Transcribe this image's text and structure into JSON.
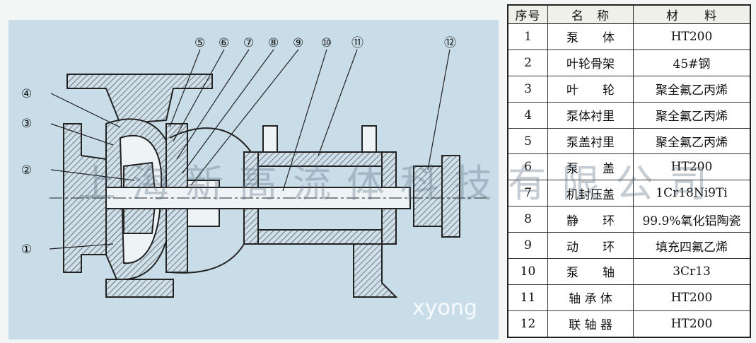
{
  "callouts": [
    "①",
    "②",
    "③",
    "④",
    "⑤",
    "⑥",
    "⑦",
    "⑧",
    "⑨",
    "⑩",
    "⑪",
    "⑫"
  ],
  "table": {
    "headers": [
      "序号",
      "名　称",
      "材　　料"
    ],
    "rows": [
      {
        "no": "1",
        "name": "泵　　体",
        "material": "HT200"
      },
      {
        "no": "2",
        "name": "叶轮骨架",
        "material": "45#钢"
      },
      {
        "no": "3",
        "name": "叶　　轮",
        "material": "聚全氟乙丙烯"
      },
      {
        "no": "4",
        "name": "泵体衬里",
        "material": "聚全氟乙丙烯"
      },
      {
        "no": "5",
        "name": "泵盖衬里",
        "material": "聚全氟乙丙烯"
      },
      {
        "no": "6",
        "name": "泵　　盖",
        "material": "HT200"
      },
      {
        "no": "7",
        "name": "机封压盖",
        "material": "1Cr18Ni9Ti"
      },
      {
        "no": "8",
        "name": "静　　环",
        "material": "99.9%氧化铝陶瓷"
      },
      {
        "no": "9",
        "name": "动　　环",
        "material": "填充四氟乙烯"
      },
      {
        "no": "10",
        "name": "泵　　轴",
        "material": "3Cr13"
      },
      {
        "no": "11",
        "name": "轴 承 体",
        "material": "HT200"
      },
      {
        "no": "12",
        "name": "联 轴 器",
        "material": "HT200"
      }
    ]
  },
  "watermark": {
    "company": "上海新高流体科技有限公司",
    "url": "xyong"
  }
}
